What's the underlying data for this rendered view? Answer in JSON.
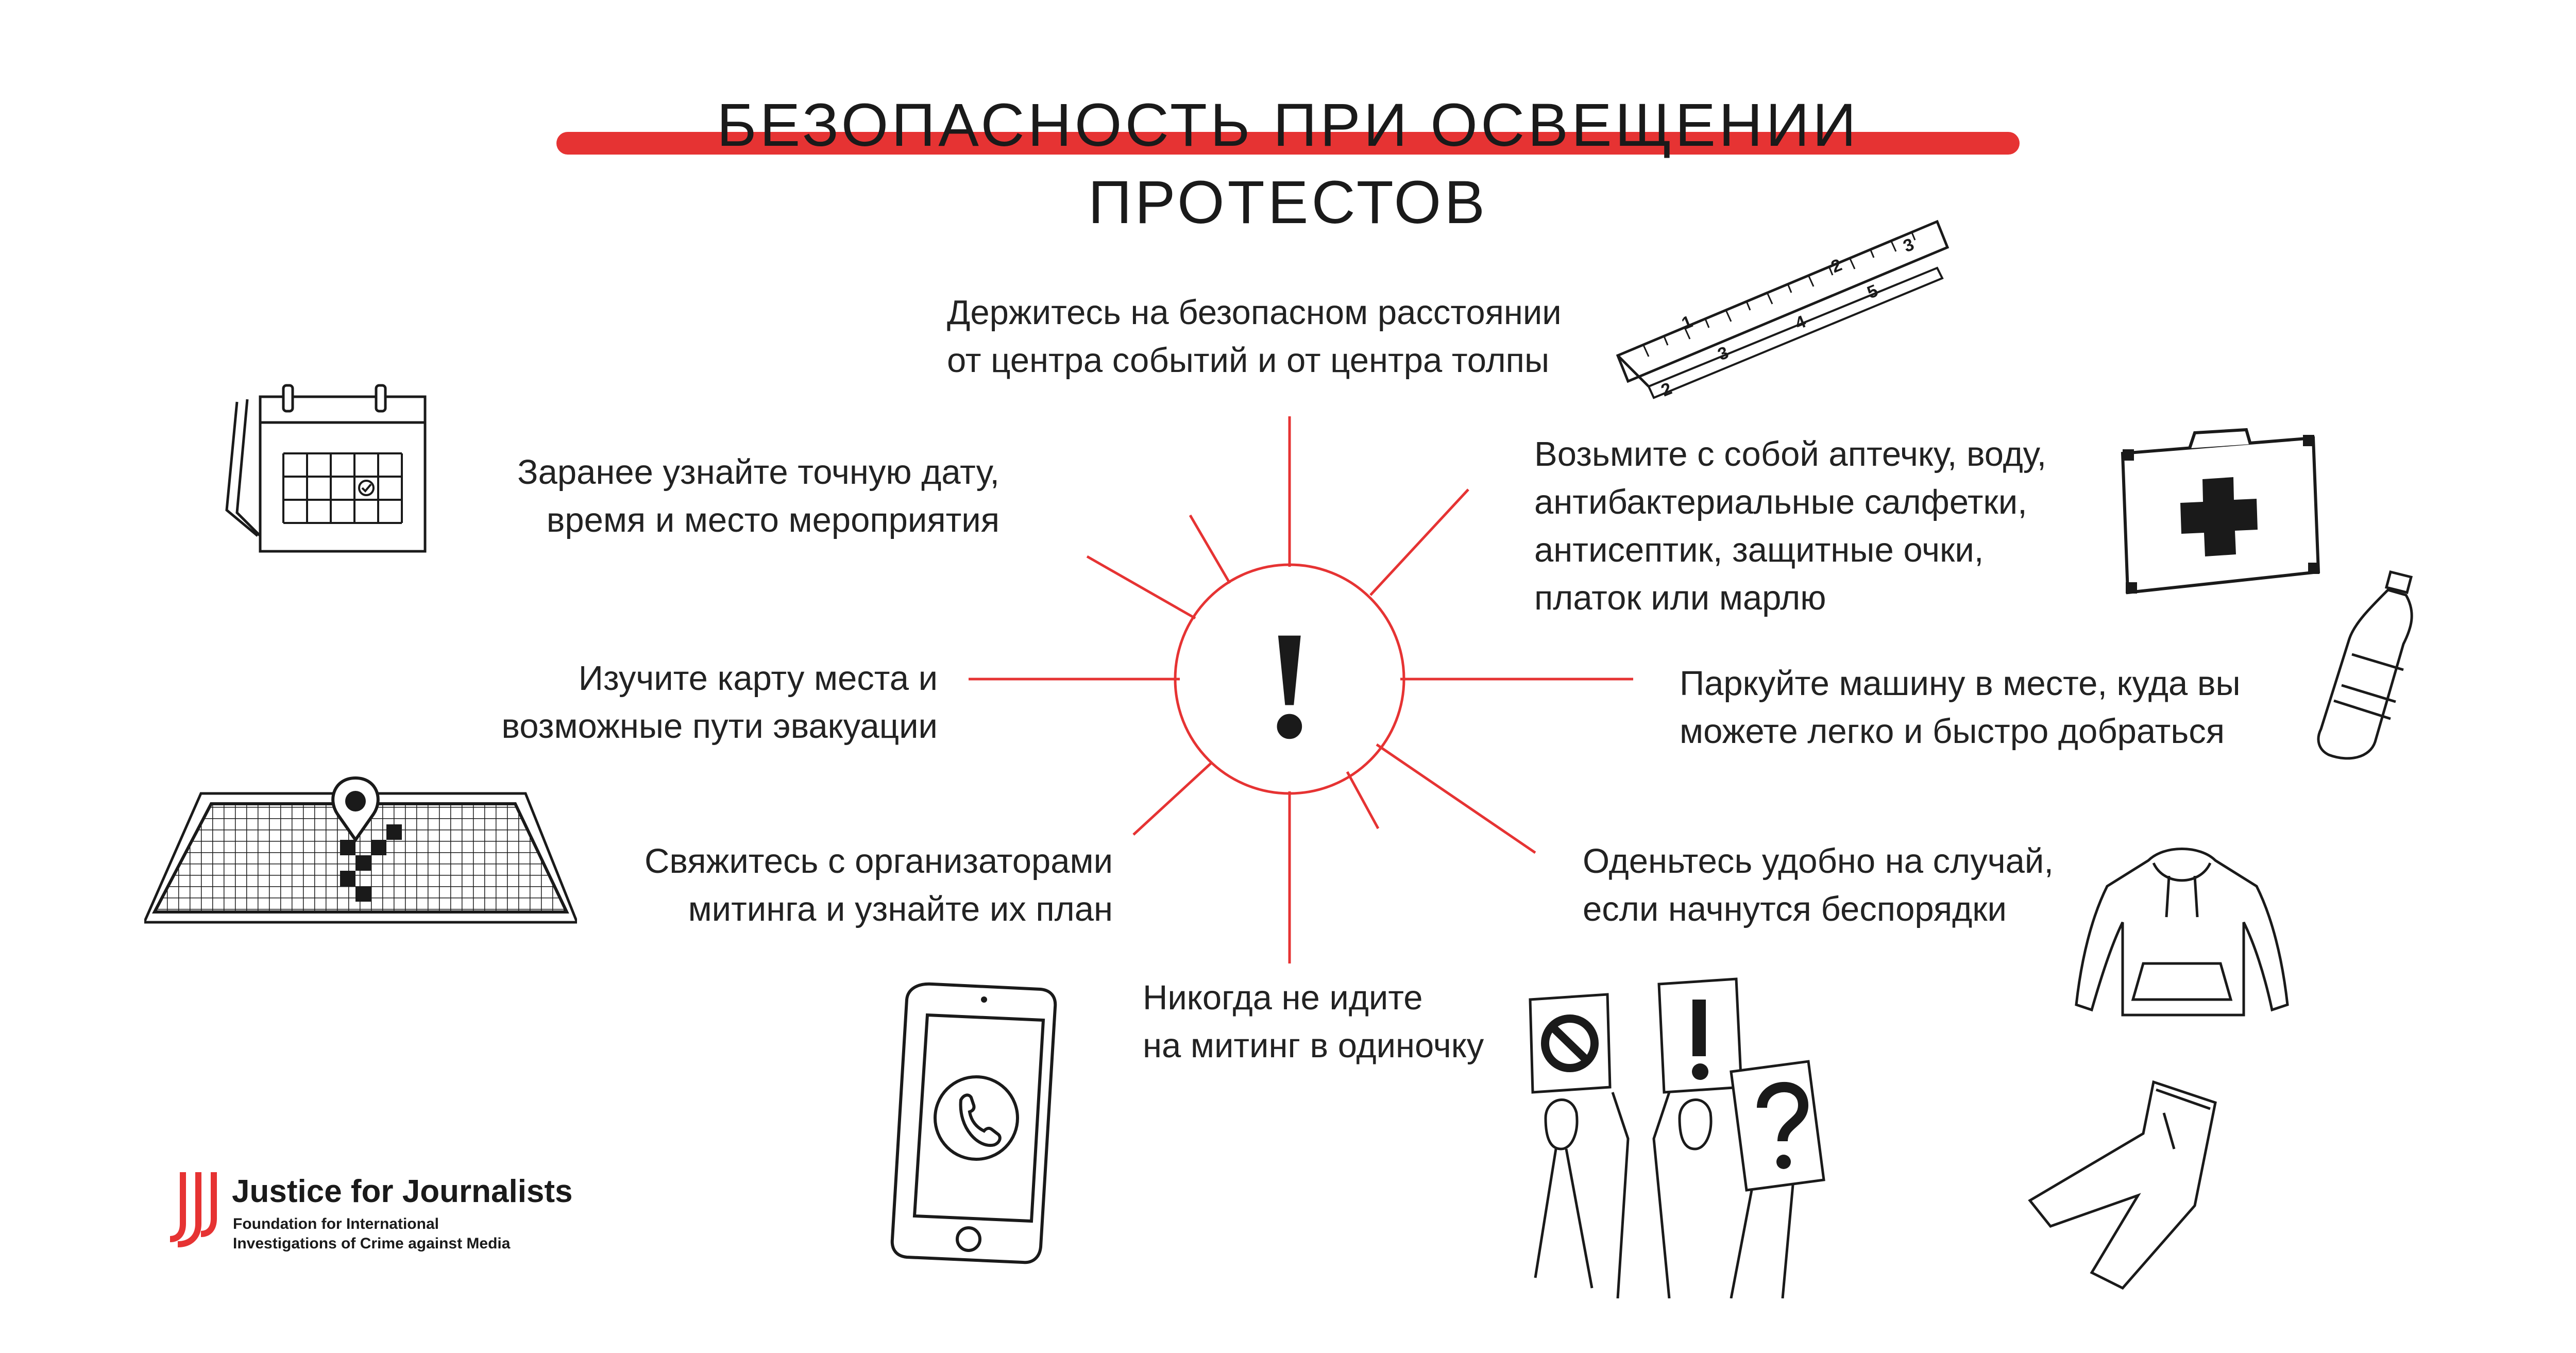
{
  "title": "БЕЗОПАСНОСТЬ ПРИ ОСВЕЩЕНИИ ПРОТЕСТОВ",
  "colors": {
    "accent": "#e63333",
    "ink": "#1a1a1a"
  },
  "center_symbol": "!",
  "tips": {
    "distance": {
      "line1": "Держитесь на безопасном расстоянии",
      "line2": "от центра событий и от центра толпы",
      "icon": "tape-measure-icon"
    },
    "date": {
      "line1": "Заранее узнайте точную дату,",
      "line2": "время и место мероприятия",
      "icon": "calendar-icon"
    },
    "kit": {
      "line1": "Возьмите с собой аптечку, воду,",
      "line2": "антибактериальные салфетки,",
      "line3": "антисептик, защитные очки,",
      "line4": "платок или марлю",
      "icons": [
        "first-aid-kit-icon",
        "water-bottle-icon"
      ]
    },
    "map": {
      "line1": "Изучите карту места и",
      "line2": "возможные пути эвакуации",
      "icon": "map-icon"
    },
    "parking": {
      "line1": "Паркуйте машину в месте, куда вы",
      "line2": "можете легко и быстро добраться"
    },
    "organizers": {
      "line1": "Свяжитесь с организаторами",
      "line2": "митинга и узнайте их план",
      "icon": "phone-icon"
    },
    "clothes": {
      "line1": "Оденьтесь удобно на случай,",
      "line2": "если начнутся беспорядки",
      "icons": [
        "hoodie-icon",
        "jeans-icon"
      ]
    },
    "alone": {
      "line1": "Никогда не идите",
      "line2": "на митинг в одиночку",
      "icon": "protest-signs-icon"
    }
  },
  "tape_numbers": [
    "1",
    "2",
    "3",
    "4",
    "5",
    "2",
    "3"
  ],
  "logo": {
    "name": "Justice for Journalists",
    "sub1": "Foundation for International",
    "sub2": "Investigations of Crime against Media"
  }
}
